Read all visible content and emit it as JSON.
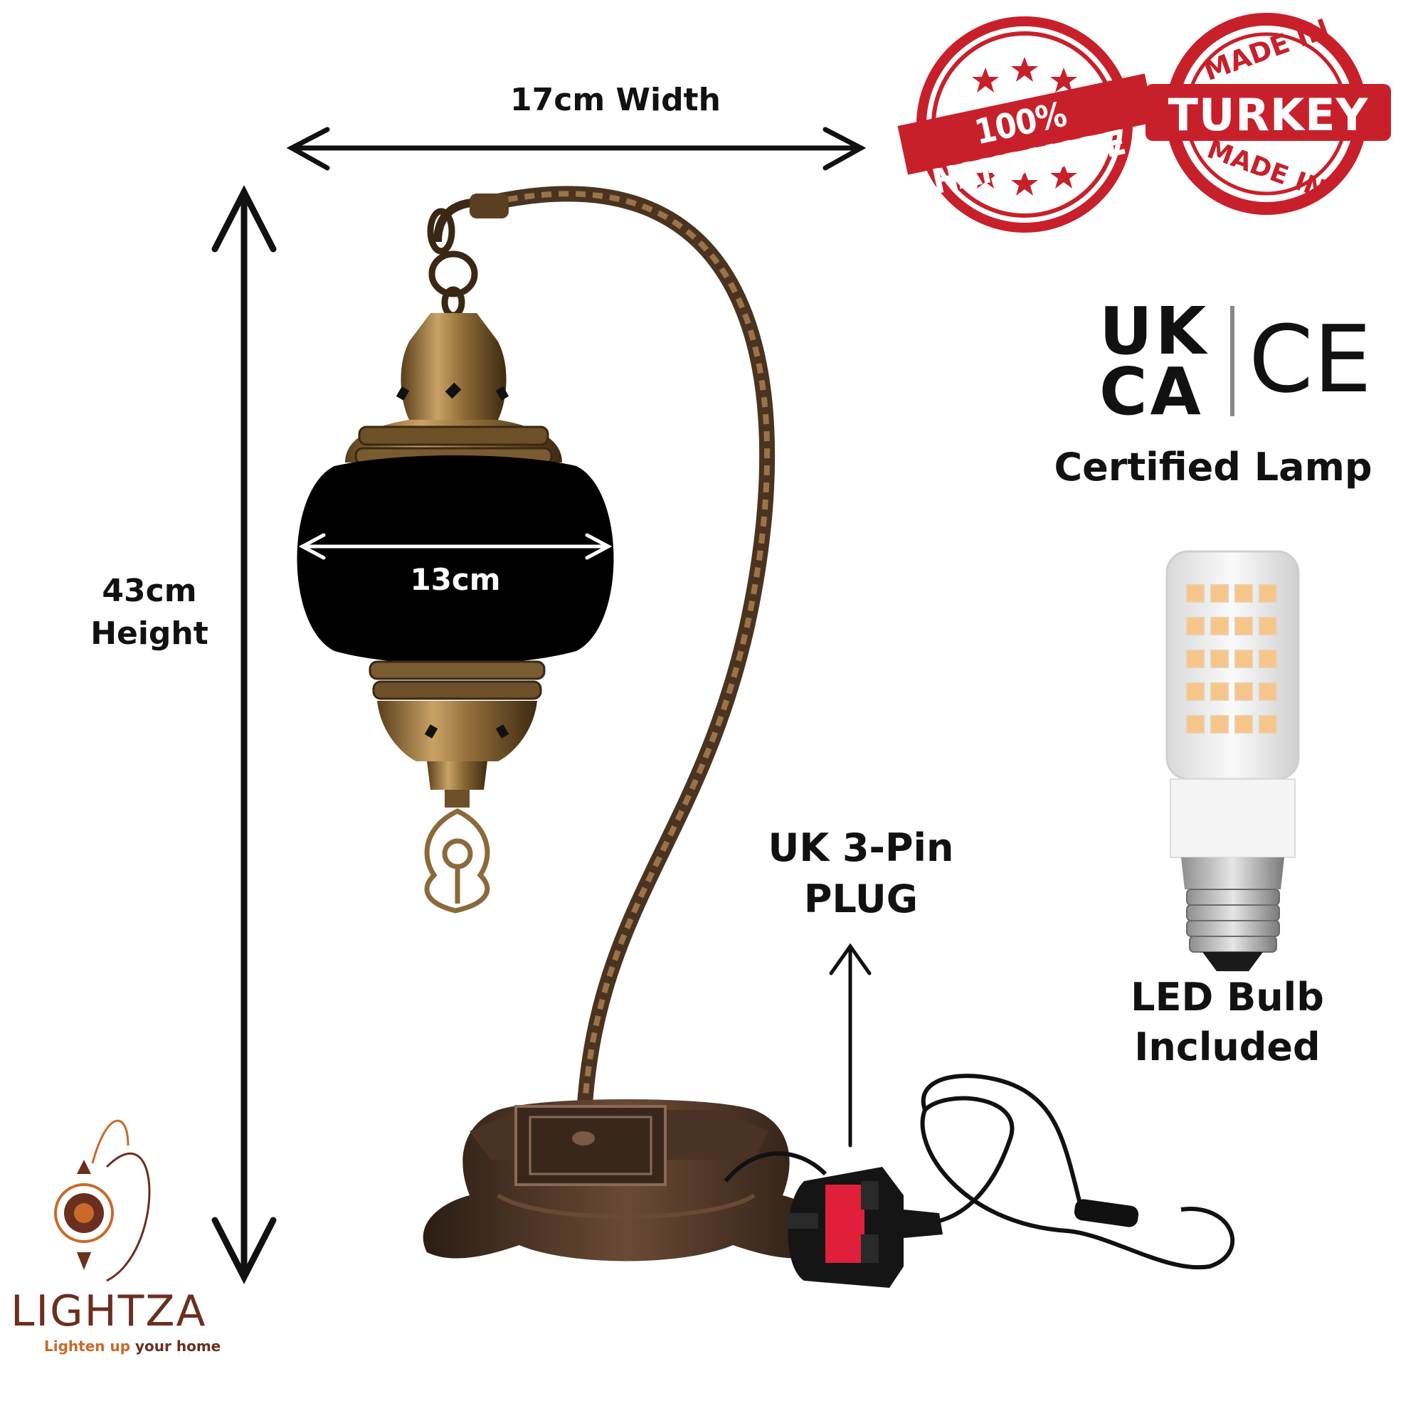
{
  "dimensions": {
    "width_label": "17cm Width",
    "height_line1": "43cm",
    "height_line2": "Height",
    "glass_label": "13cm"
  },
  "badges": {
    "handmade": "100% HANDMADE",
    "turkey_top": "MADE IN",
    "turkey_main": "TURKEY",
    "turkey_bottom": "MADE IN"
  },
  "certification": {
    "ukca_line1": "UK",
    "ukca_line2": "CA",
    "ce_mark": "CE",
    "caption": "Certified Lamp"
  },
  "plug": {
    "line1": "UK 3-Pin",
    "line2": "PLUG"
  },
  "bulb": {
    "line1": "LED Bulb",
    "line2": "Included"
  },
  "brand": {
    "name": "LIGHTZA",
    "tagline_part1": "Lighten up ",
    "tagline_part2": "your home"
  },
  "colors": {
    "badge_red": "#c8202a",
    "brass": "#8a6a3a",
    "brand_brown": "#6b2f1f",
    "brand_orange": "#c96a2a"
  }
}
